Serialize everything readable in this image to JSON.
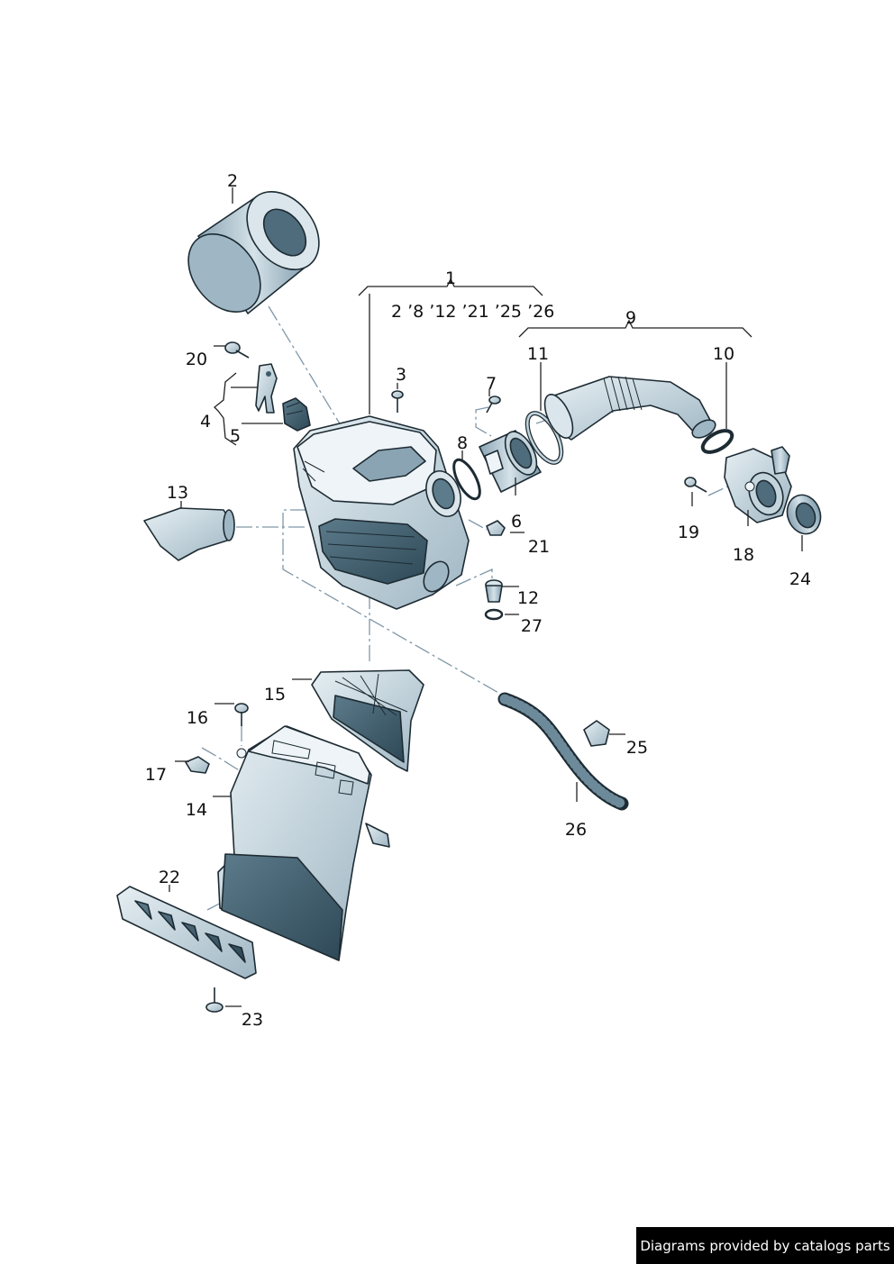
{
  "callouts": {
    "c1": "1",
    "c1_sub": "2 ʼ8 ʼ12 ʼ21 ʼ25  ʼ26",
    "c2": "2",
    "c3": "3",
    "c4": "4",
    "c5": "5",
    "c6": "6",
    "c7": "7",
    "c8": "8",
    "c9": "9",
    "c10": "10",
    "c11": "11",
    "c12": "12",
    "c13": "13",
    "c14": "14",
    "c15": "15",
    "c16": "16",
    "c17": "17",
    "c18": "18",
    "c19": "19",
    "c20": "20",
    "c21": "21",
    "c22": "22",
    "c23": "23",
    "c24": "24",
    "c25": "25",
    "c26": "26",
    "c27": "27"
  },
  "footer": {
    "credit": "Diagrams provided by catalogs parts"
  },
  "colors": {
    "part_fill": "#c3d4dd",
    "part_shade": "#7f9cac",
    "part_dark": "#3f5c6b",
    "outline": "#1d2b33"
  }
}
